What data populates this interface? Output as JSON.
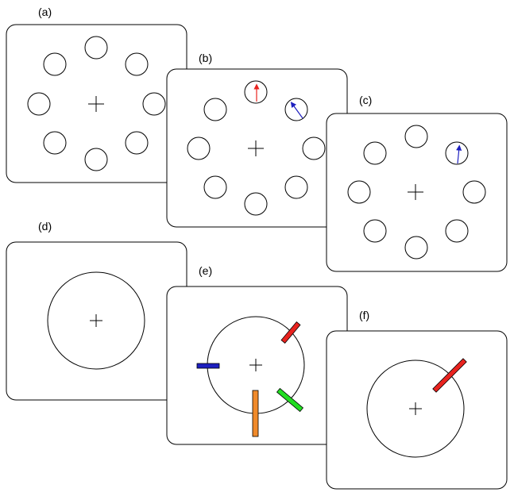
{
  "panels": {
    "a": {
      "label": "(a)"
    },
    "b": {
      "label": "(b)"
    },
    "c": {
      "label": "(c)"
    },
    "d": {
      "label": "(d)"
    },
    "e": {
      "label": "(e)"
    },
    "f": {
      "label": "(f)"
    }
  },
  "colors": {
    "red": "#e8231f",
    "blue": "#1d1fbf",
    "green": "#22dd22",
    "orange": "#f08a2a",
    "outline": "#000000"
  }
}
